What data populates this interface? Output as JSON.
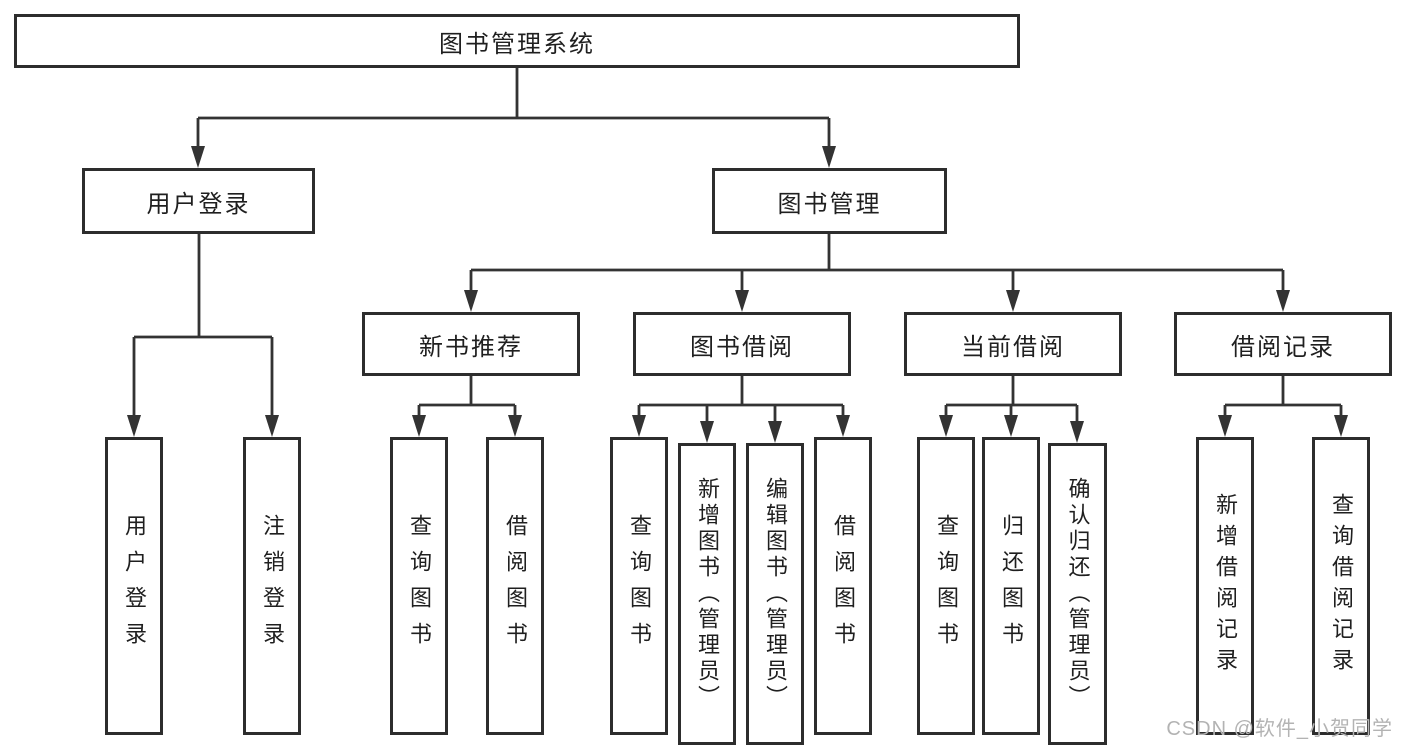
{
  "diagram": {
    "title": "图书管理系统",
    "level2": [
      "用户登录",
      "图书管理"
    ],
    "level3": [
      "新书推荐",
      "图书借阅",
      "当前借阅",
      "借阅记录"
    ],
    "leaves_login": [
      "用户登录",
      "注销登录"
    ],
    "leaves_newbook": [
      "查询图书",
      "借阅图书"
    ],
    "leaves_borrow": [
      "查询图书",
      "新增图书（管理员）",
      "编辑图书（管理员）",
      "借阅图书"
    ],
    "leaves_current": [
      "查询图书",
      "归还图书",
      "确认归还（管理员）"
    ],
    "leaves_records": [
      "新增借阅记录",
      "查询借阅记录"
    ],
    "colors": {
      "line": "#333333",
      "box_border": "#2d2d2d",
      "text": "#1f1f1f",
      "watermark": "#b3b3b3",
      "background": "#ffffff"
    }
  },
  "watermark": "CSDN @软件_小贺同学"
}
